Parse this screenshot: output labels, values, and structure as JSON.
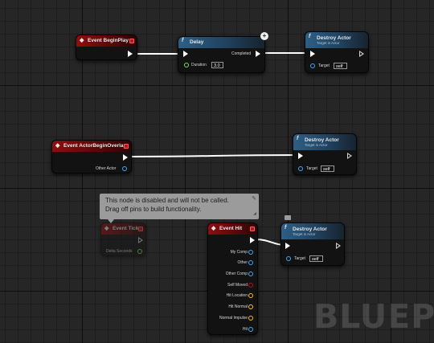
{
  "nodes": {
    "begin_play": {
      "title": "Event BeginPlay"
    },
    "delay": {
      "title": "Delay",
      "completed_label": "Completed",
      "duration_label": "Duration",
      "duration_value": "3.0"
    },
    "destroy_1": {
      "title": "Destroy Actor",
      "subtitle": "Target is Actor",
      "target_label": "Target",
      "target_value": "self"
    },
    "actor_overlap": {
      "title": "Event ActorBeginOverlap",
      "other_actor_label": "Other Actor"
    },
    "destroy_2": {
      "title": "Destroy Actor",
      "subtitle": "Target is Actor",
      "target_label": "Target",
      "target_value": "self"
    },
    "event_tick": {
      "title": "Event Tick",
      "delta_label": "Delta Seconds"
    },
    "event_hit": {
      "title": "Event Hit",
      "pins": [
        {
          "label": "My Comp",
          "color": "blue"
        },
        {
          "label": "Other",
          "color": "blue"
        },
        {
          "label": "Other Comp",
          "color": "blue"
        },
        {
          "label": "Self Moved",
          "color": "red"
        },
        {
          "label": "Hit Location",
          "color": "yellow"
        },
        {
          "label": "Hit Normal",
          "color": "yellow"
        },
        {
          "label": "Normal Impulse",
          "color": "yellow"
        },
        {
          "label": "Hit",
          "color": "blue"
        }
      ]
    },
    "destroy_3": {
      "title": "Destroy Actor",
      "subtitle": "Target is Actor",
      "target_label": "Target",
      "target_value": "self"
    }
  },
  "tooltip": {
    "line1": "This node is disabled and will not be called.",
    "line2": "Drag off pins to build functionality."
  },
  "watermark": "BLUEPRI",
  "icons": {
    "event": "diamond-arrow-icon",
    "function": "function-f-icon",
    "delay_badge": "clock-plus-icon",
    "pin": "pushpin-icon"
  },
  "colors": {
    "event_header": "#8f0e0e",
    "function_header": "#2e5f86",
    "object_pin": "#3fa8ff",
    "float_pin": "#7ee04a",
    "bool_pin": "#b01515",
    "vector_pin": "#f2c31a",
    "background": "#262626"
  }
}
